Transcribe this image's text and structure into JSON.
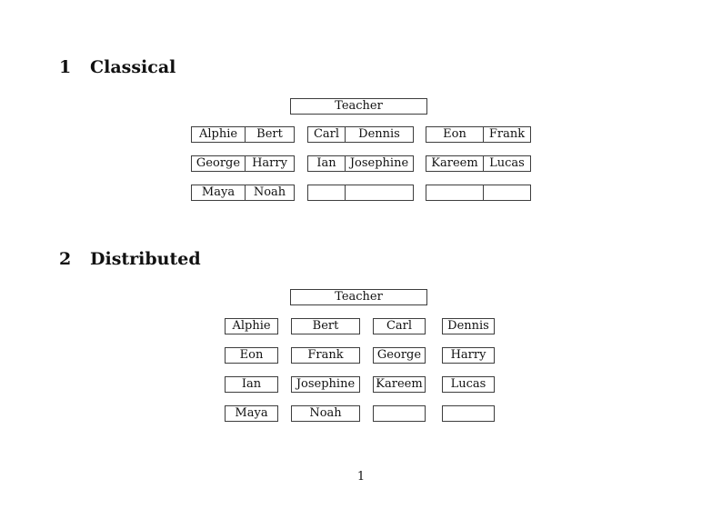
{
  "document": {
    "page_number": "1"
  },
  "colors": {
    "text": "#111111",
    "border": "#3d3d3d",
    "background": "#ffffff"
  },
  "sections": [
    {
      "number": "1",
      "title": "Classical",
      "teacher_label": "Teacher",
      "rows": [
        {
          "desks": [
            {
              "seats": [
                "Alphie",
                "Bert"
              ]
            },
            {
              "seats": [
                "Carl",
                "Dennis"
              ]
            },
            {
              "seats": [
                "Eon",
                "Frank"
              ]
            }
          ]
        },
        {
          "desks": [
            {
              "seats": [
                "George",
                "Harry"
              ]
            },
            {
              "seats": [
                "Ian",
                "Josephine"
              ]
            },
            {
              "seats": [
                "Kareem",
                "Lucas"
              ]
            }
          ]
        },
        {
          "desks": [
            {
              "seats": [
                "Maya",
                "Noah"
              ]
            },
            {
              "seats": [
                "",
                ""
              ]
            },
            {
              "seats": [
                "",
                ""
              ]
            }
          ]
        }
      ]
    },
    {
      "number": "2",
      "title": "Distributed",
      "teacher_label": "Teacher",
      "rows": [
        {
          "desks": [
            {
              "seats": [
                "Alphie"
              ]
            },
            {
              "seats": [
                "Bert"
              ]
            },
            {
              "seats": [
                "Carl"
              ]
            },
            {
              "seats": [
                "Dennis"
              ]
            }
          ]
        },
        {
          "desks": [
            {
              "seats": [
                "Eon"
              ]
            },
            {
              "seats": [
                "Frank"
              ]
            },
            {
              "seats": [
                "George"
              ]
            },
            {
              "seats": [
                "Harry"
              ]
            }
          ]
        },
        {
          "desks": [
            {
              "seats": [
                "Ian"
              ]
            },
            {
              "seats": [
                "Josephine"
              ]
            },
            {
              "seats": [
                "Kareem"
              ]
            },
            {
              "seats": [
                "Lucas"
              ]
            }
          ]
        },
        {
          "desks": [
            {
              "seats": [
                "Maya"
              ]
            },
            {
              "seats": [
                "Noah"
              ]
            },
            {
              "seats": [
                ""
              ]
            },
            {
              "seats": [
                ""
              ]
            }
          ]
        }
      ]
    }
  ]
}
